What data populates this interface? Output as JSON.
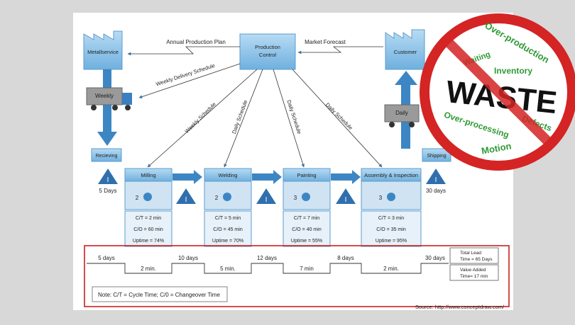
{
  "colors": {
    "background": "#d8d8d8",
    "canvas": "#ffffff",
    "process_blue": "#8fc3e6",
    "arrow_blue": "#3d86c4",
    "data_box_blue": "#cfe3f3",
    "timeline_red": "#cc1f1f",
    "waste_red": "#d42424",
    "waste_green": "#2e9a35"
  },
  "top": {
    "supplier": "Metallservice",
    "control": [
      "Production",
      "Control"
    ],
    "customer": "Customer",
    "annual_plan": "Annual Production Plan",
    "market_forecast": "Market Forecast",
    "weekly_delivery": "Weekly Delivery Schedule",
    "weekly_truck": "Weekly",
    "daily_truck": "Daily"
  },
  "schedules": [
    "Weekly Schedule",
    "Daily Schedule",
    "Daily Schedule",
    "Daily Schedule"
  ],
  "receiving": "Recieving",
  "shipping": "Shipping",
  "inventory": {
    "receiving_days": "5 Days",
    "shipping_days": "30 days"
  },
  "processes": [
    {
      "name": "Milling",
      "operators": "2",
      "ct": "C/T = 2 min",
      "co": "C/O = 60 min",
      "uptime": "Uptime = 74%"
    },
    {
      "name": "Welding",
      "operators": "2",
      "ct": "C/T = 5 min",
      "co": "C/O = 45 min",
      "uptime": "Uptime = 70%"
    },
    {
      "name": "Painting",
      "operators": "3",
      "ct": "C/T = 7 min",
      "co": "C/O = 40 min",
      "uptime": "Uptime = 55%"
    },
    {
      "name": "Assembly & Inspection",
      "operators": "3",
      "ct": "C/T = 3 min",
      "co": "C/O = 35 min",
      "uptime": "Uptime = 95%"
    }
  ],
  "timeline": {
    "days": [
      "5 days",
      "10 days",
      "12 days",
      "8 days",
      "30 days"
    ],
    "minutes": [
      "2 min.",
      "5 min.",
      "7 min",
      "2 min."
    ],
    "total_lead": [
      "Total Lead",
      "Time = 65 Days"
    ],
    "value_added": [
      "Value Added",
      "Time= 17 min"
    ]
  },
  "note": "Note: C/T = Cycle Time; C/0 = Changeover Time",
  "source": "Source: http://www.conceptdraw.com/",
  "waste": {
    "center": "WASTE",
    "words": [
      "Over-production",
      "Waiting",
      "Inventory",
      "Over-processing",
      "Defects",
      "Motion"
    ]
  }
}
